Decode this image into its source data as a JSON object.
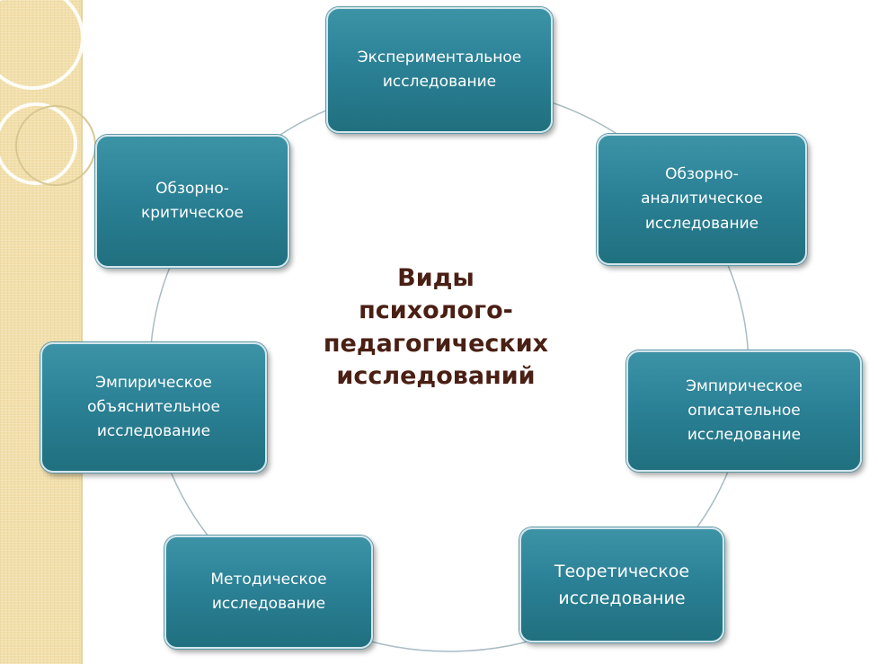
{
  "title": "Виды\nпсихолого-\nпедагогических\nисследований",
  "nodes": {
    "experimental": "Экспериментальное\nисследование",
    "review_analytical": "Обзорно-\nаналитическое\nисследование",
    "empirical_descriptive": "Эмпирическое\nописательное\nисследование",
    "theoretical": "Теоретическое\nисследование",
    "methodical": "Методическое\nисследование",
    "empirical_explanatory": "Эмпирическое\nобъяснительное\nисследование",
    "review_critical": "Обзорно-\nкритическое"
  },
  "colors": {
    "node_fill": "#2b8196",
    "node_border": "#d4e6ec",
    "title_text": "#4a1f14",
    "side_panel": "#f2dfaa",
    "ring_line": "#a9bcc4"
  }
}
